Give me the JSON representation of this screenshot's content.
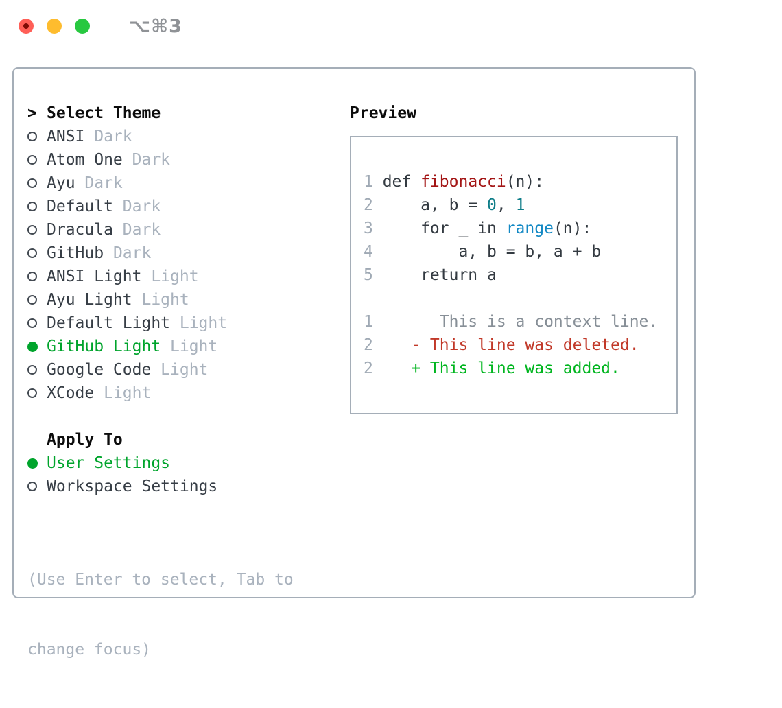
{
  "window": {
    "title": "⌥⌘3",
    "traffic_lights": [
      "close",
      "minimize",
      "maximize"
    ]
  },
  "icons": {
    "selection_caret": ">",
    "radio_unselected": "circle-outline",
    "radio_selected": "circle-filled-green"
  },
  "theme_panel": {
    "header_marker": ">",
    "header_label": "Select Theme",
    "themes": [
      {
        "name": "ANSI",
        "variant": "Dark",
        "selected": false
      },
      {
        "name": "Atom One",
        "variant": "Dark",
        "selected": false
      },
      {
        "name": "Ayu",
        "variant": "Dark",
        "selected": false
      },
      {
        "name": "Default",
        "variant": "Dark",
        "selected": false
      },
      {
        "name": "Dracula",
        "variant": "Dark",
        "selected": false
      },
      {
        "name": "GitHub",
        "variant": "Dark",
        "selected": false
      },
      {
        "name": "ANSI Light",
        "variant": "Light",
        "selected": false
      },
      {
        "name": "Ayu Light",
        "variant": "Light",
        "selected": false
      },
      {
        "name": "Default Light",
        "variant": "Light",
        "selected": false
      },
      {
        "name": "GitHub Light",
        "variant": "Light",
        "selected": true
      },
      {
        "name": "Google Code",
        "variant": "Light",
        "selected": false
      },
      {
        "name": "XCode",
        "variant": "Light",
        "selected": false
      }
    ],
    "apply_to": {
      "label": "Apply To",
      "options": [
        {
          "name": "User Settings",
          "selected": true
        },
        {
          "name": "Workspace Settings",
          "selected": false
        }
      ]
    },
    "hint_line1": "(Use Enter to select, Tab to",
    "hint_line2": "change focus)"
  },
  "preview": {
    "label": "Preview",
    "code_lines": [
      {
        "num": "1",
        "segments": [
          {
            "text": "def ",
            "style": "code"
          },
          {
            "text": "fibonacci",
            "style": "function"
          },
          {
            "text": "(n):",
            "style": "code"
          }
        ]
      },
      {
        "num": "2",
        "segments": [
          {
            "text": "    a, b = ",
            "style": "code"
          },
          {
            "text": "0",
            "style": "number"
          },
          {
            "text": ", ",
            "style": "code"
          },
          {
            "text": "1",
            "style": "number"
          }
        ]
      },
      {
        "num": "3",
        "segments": [
          {
            "text": "    for _ in ",
            "style": "code"
          },
          {
            "text": "range",
            "style": "builtin"
          },
          {
            "text": "(n):",
            "style": "code"
          }
        ]
      },
      {
        "num": "4",
        "segments": [
          {
            "text": "        a, b = b, a + b",
            "style": "code"
          }
        ]
      },
      {
        "num": "5",
        "segments": [
          {
            "text": "    return a",
            "style": "code"
          }
        ]
      },
      {
        "num": "",
        "segments": [
          {
            "text": "",
            "style": "code"
          }
        ]
      },
      {
        "num": "1",
        "segments": [
          {
            "text": "      This is a context line.",
            "style": "context"
          }
        ]
      },
      {
        "num": "2",
        "segments": [
          {
            "text": "   - This line was deleted.",
            "style": "deleted"
          }
        ]
      },
      {
        "num": "2",
        "segments": [
          {
            "text": "   + This line was added.",
            "style": "added"
          }
        ]
      }
    ]
  },
  "colors": {
    "accent_green": "#00a42c",
    "panel_border": "#a5aeb8",
    "dark_text": "#373e46",
    "muted_text": "#a9b2bd",
    "header_text": "#0c0c0c",
    "line_number": "#9fa9b4",
    "code_text": "#333a41",
    "code_function_red": "#a31515",
    "code_number_teal": "#0e7d88",
    "code_builtin_blue": "#1288c4",
    "diff_context_gray": "#878f97",
    "diff_deleted_red": "#c13828",
    "diff_added_green": "#00b51f",
    "traffic_red": "#ff5f57",
    "traffic_yellow": "#febc2e",
    "traffic_green": "#28c840",
    "window_title_gray": "#8f9296"
  }
}
